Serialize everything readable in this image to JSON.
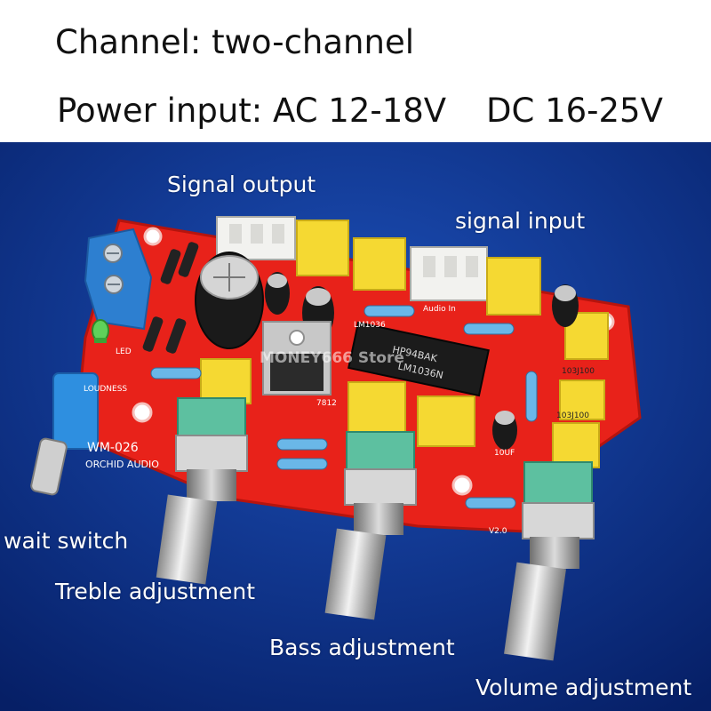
{
  "header": {
    "channel": "Channel: two-channel",
    "power_ac": "Power input: AC 12-18V",
    "power_dc": "DC 16-25V"
  },
  "photo": {
    "board_model": "WM-026",
    "board_brand": "ORCHID AUDIO",
    "chip_marking": "HP94BAK",
    "chip_model": "LM1036N",
    "pcb_chip_label": "LM1036",
    "pcb_audio_in": "Audio In",
    "pcb_loudness": "LOUDNESS",
    "pcb_led": "LED",
    "pcb_regulator": "7812",
    "pcb_cap_value": "10UF",
    "pcb_version": "V2.0",
    "cap_code_1": "103J100",
    "cap_code_2": "103J100",
    "watermark": "MONEY666 Store",
    "background_color": "#0b2f86",
    "board_color": "#e8221a"
  },
  "labels": {
    "signal_output": "Signal output",
    "signal_input": "signal input",
    "wait_switch": "wait switch",
    "treble": "Treble adjustment",
    "bass": "Bass adjustment",
    "volume": "Volume adjustment"
  }
}
